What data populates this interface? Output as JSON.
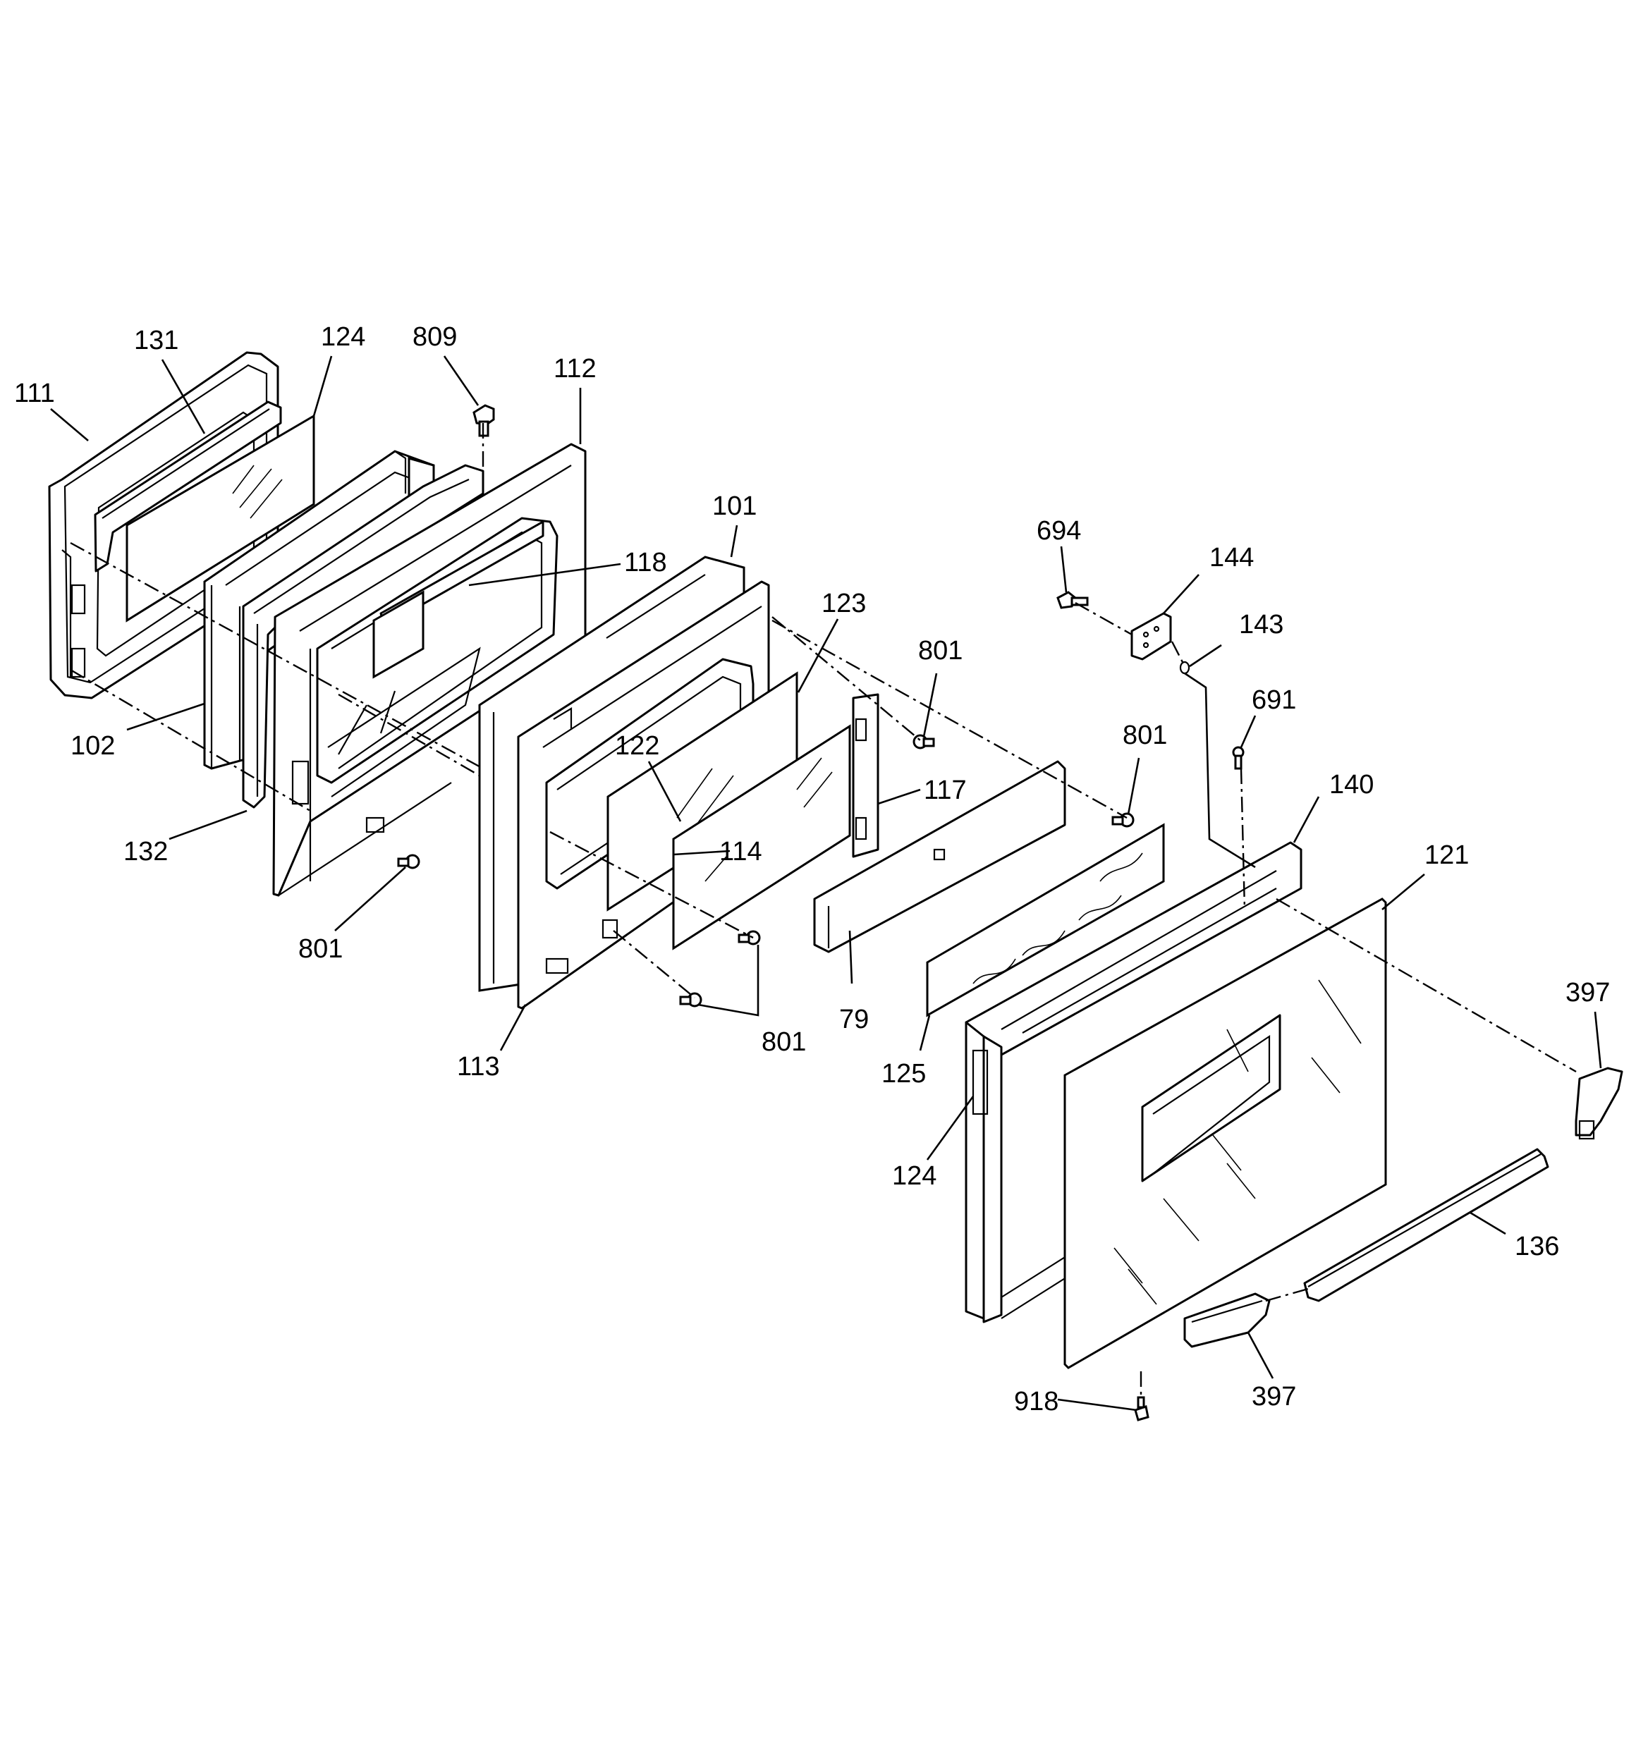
{
  "diagram": {
    "callouts": [
      {
        "id": "c111",
        "text": "111"
      },
      {
        "id": "c131",
        "text": "131"
      },
      {
        "id": "c124a",
        "text": "124"
      },
      {
        "id": "c809",
        "text": "809"
      },
      {
        "id": "c112",
        "text": "112"
      },
      {
        "id": "c101",
        "text": "101"
      },
      {
        "id": "c118",
        "text": "118"
      },
      {
        "id": "c123",
        "text": "123"
      },
      {
        "id": "c694",
        "text": "694"
      },
      {
        "id": "c144",
        "text": "144"
      },
      {
        "id": "c143",
        "text": "143"
      },
      {
        "id": "c801a",
        "text": "801"
      },
      {
        "id": "c691",
        "text": "691"
      },
      {
        "id": "c801b",
        "text": "801"
      },
      {
        "id": "c102",
        "text": "102"
      },
      {
        "id": "c122",
        "text": "122"
      },
      {
        "id": "c117",
        "text": "117"
      },
      {
        "id": "c140",
        "text": "140"
      },
      {
        "id": "c132",
        "text": "132"
      },
      {
        "id": "c114",
        "text": "114"
      },
      {
        "id": "c121",
        "text": "121"
      },
      {
        "id": "c801c",
        "text": "801"
      },
      {
        "id": "c79",
        "text": "79"
      },
      {
        "id": "c397a",
        "text": "397"
      },
      {
        "id": "c801d",
        "text": "801"
      },
      {
        "id": "c113",
        "text": "113"
      },
      {
        "id": "c125",
        "text": "125"
      },
      {
        "id": "c124b",
        "text": "124"
      },
      {
        "id": "c136",
        "text": "136"
      },
      {
        "id": "c918",
        "text": "918"
      },
      {
        "id": "c397b",
        "text": "397"
      }
    ]
  }
}
